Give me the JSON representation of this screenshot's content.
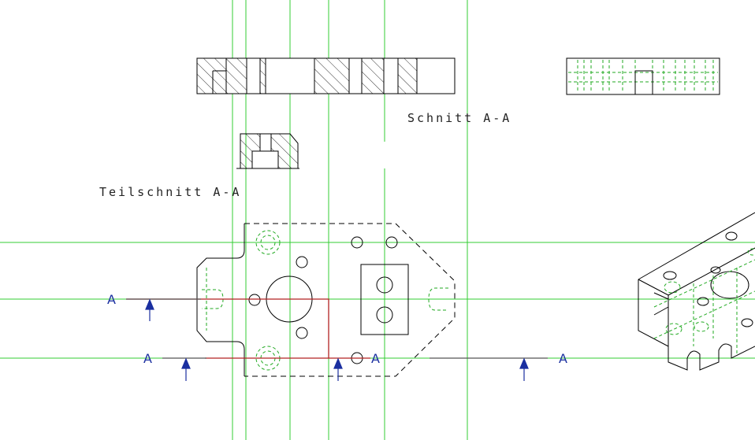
{
  "drawing": {
    "section_title": "Schnitt A-A",
    "partial_section_title": "Teilschnitt A-A",
    "cut_marker_letter": "A",
    "colors": {
      "background": "#ffffff",
      "construction_lines": "#33cc33",
      "geometry": "#000000",
      "hidden_edges": "#22aa22",
      "section_line": "#b22222",
      "arrows": "#1a2fa0"
    }
  }
}
